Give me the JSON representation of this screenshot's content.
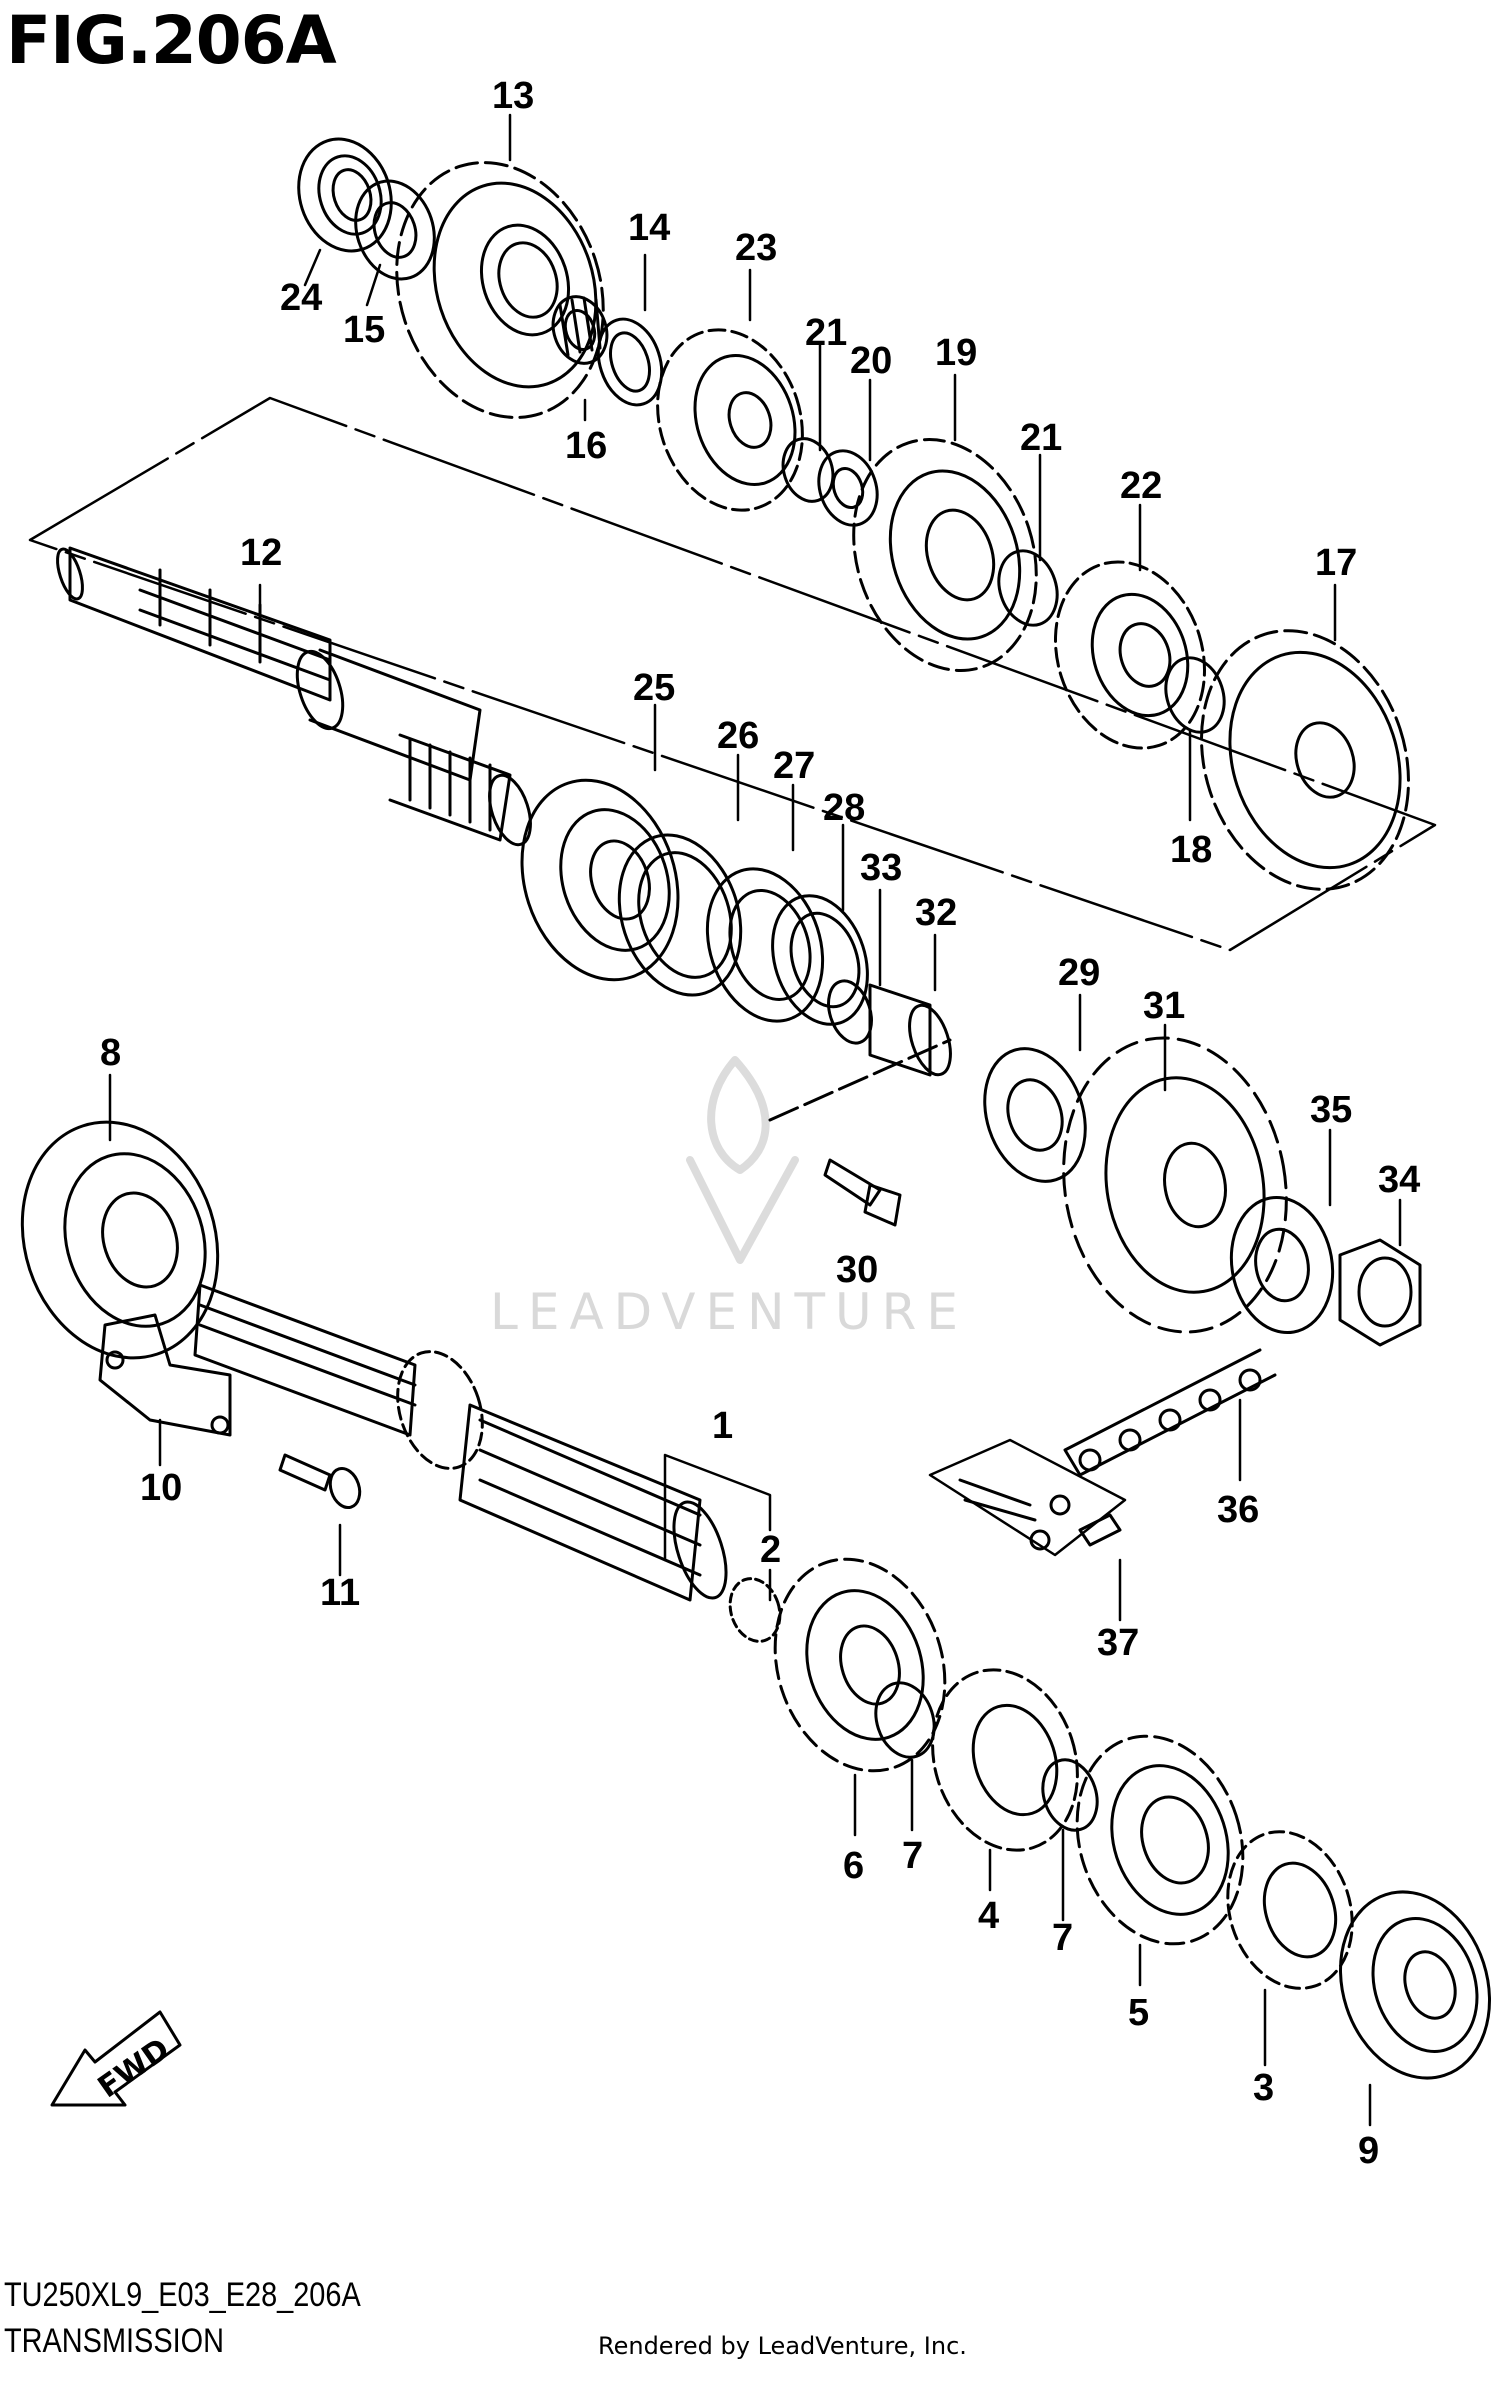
{
  "figure": {
    "title": "FIG.206A",
    "code": "TU250XL9_E03_E28_206A",
    "name": "TRANSMISSION",
    "rendered_by": "Rendered by LeadVenture, Inc.",
    "watermark": "LEADVENTURE",
    "fwd_label": "FWD"
  },
  "callouts": {
    "c1": "1",
    "c2": "2",
    "c3": "3",
    "c4": "4",
    "c5": "5",
    "c6": "6",
    "c7a": "7",
    "c7b": "7",
    "c8": "8",
    "c9": "9",
    "c10": "10",
    "c11": "11",
    "c12": "12",
    "c13": "13",
    "c14": "14",
    "c15": "15",
    "c16": "16",
    "c17": "17",
    "c18": "18",
    "c19": "19",
    "c20": "20",
    "c21a": "21",
    "c21b": "21",
    "c22": "22",
    "c23": "23",
    "c24": "24",
    "c25": "25",
    "c26": "26",
    "c27": "27",
    "c28": "28",
    "c29": "29",
    "c30": "30",
    "c31": "31",
    "c32": "32",
    "c33": "33",
    "c34": "34",
    "c35": "35",
    "c36": "36",
    "c37": "37"
  },
  "colors": {
    "line": "#000000",
    "watermark": "#d9d9d9",
    "background": "#ffffff"
  }
}
